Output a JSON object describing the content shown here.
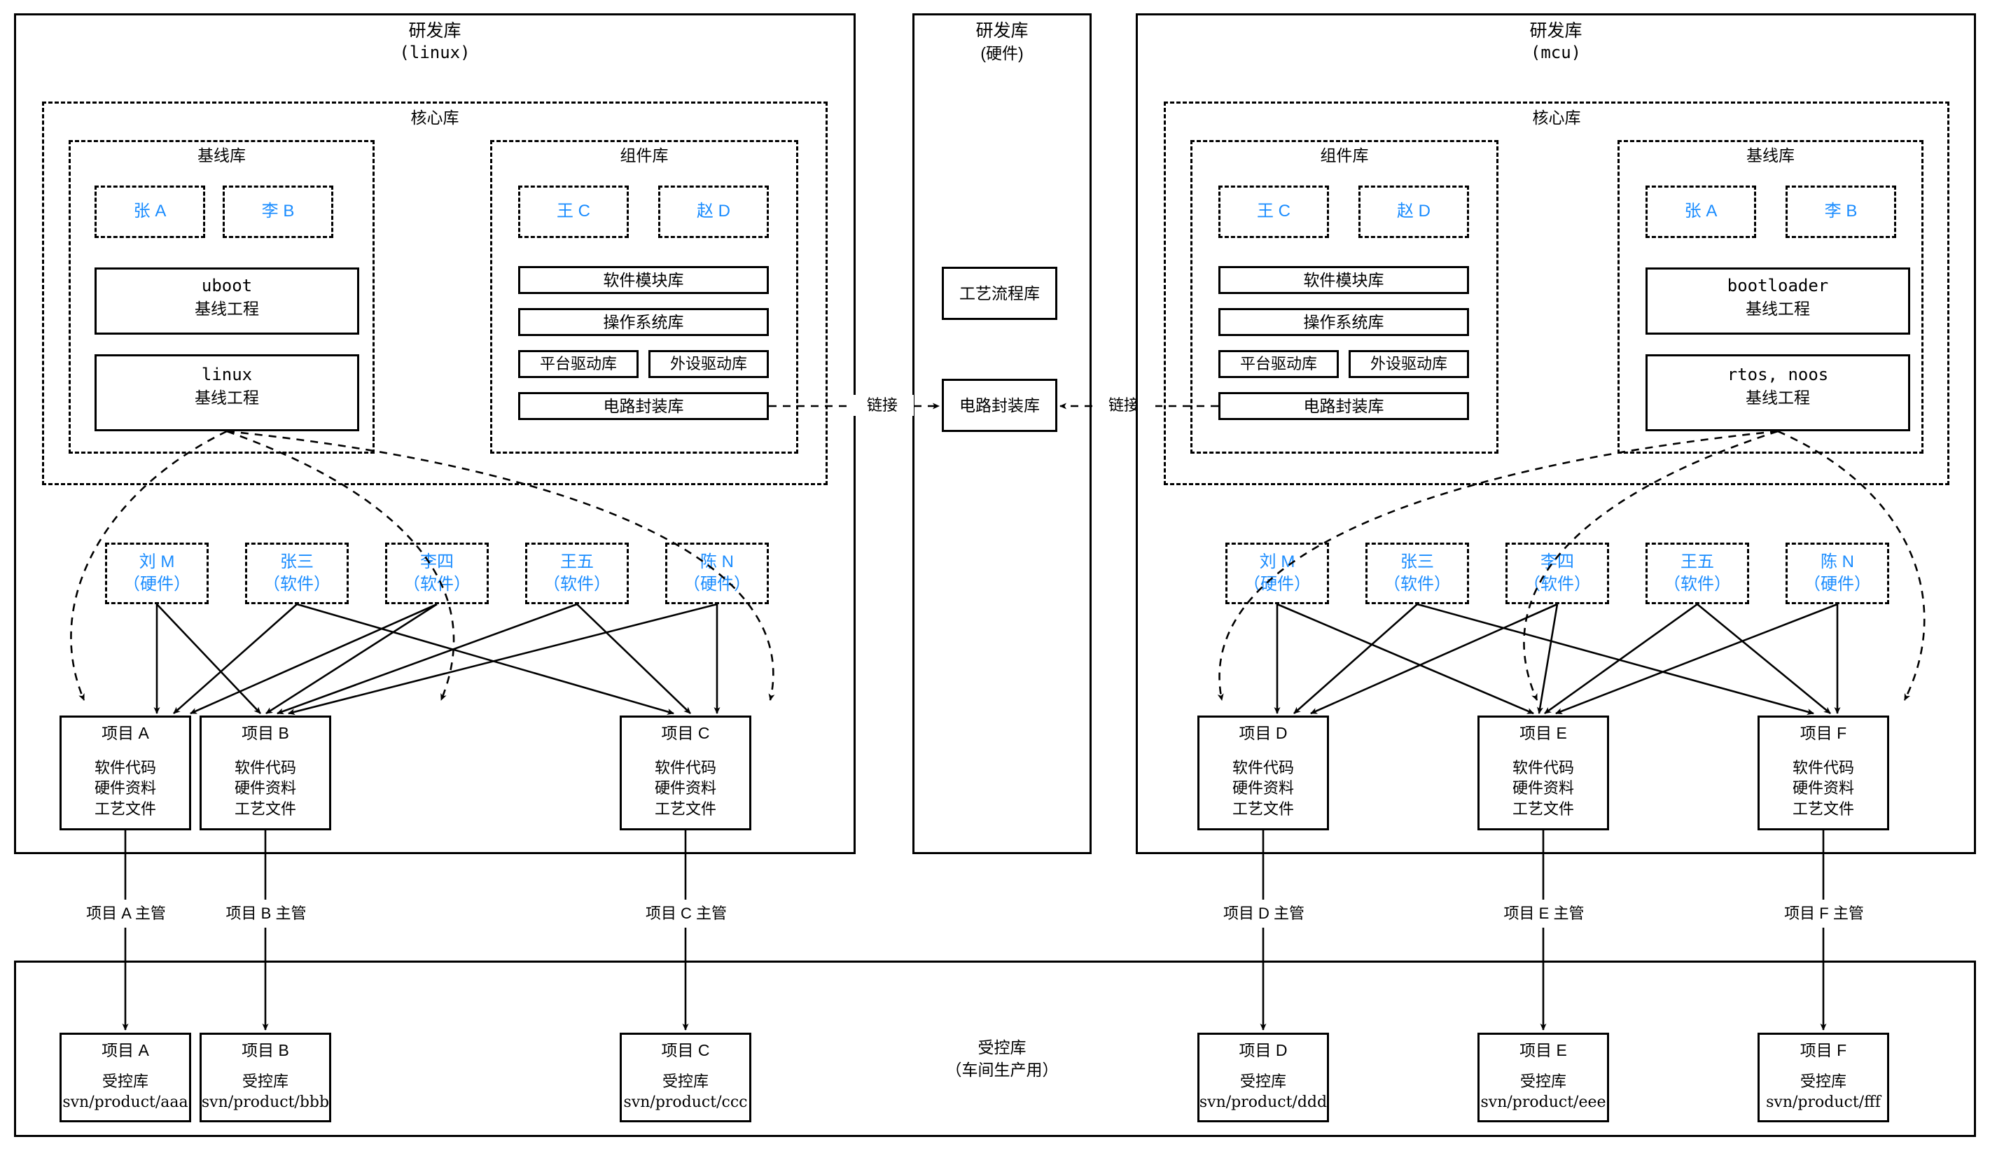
{
  "diagram": {
    "title": "研发库与受控库配置管理结构图",
    "accent_color": "#1a8cff",
    "line_color": "#000000"
  },
  "panels": {
    "linux": {
      "title": "研发库",
      "subtitle": "(linux)",
      "core": {
        "label": "核心库",
        "baseline": {
          "label": "基线库",
          "people": [
            "张 A",
            "李 B"
          ],
          "projects": [
            {
              "name": "uboot",
              "type": "基线工程"
            },
            {
              "name": "linux",
              "type": "基线工程"
            }
          ]
        },
        "component": {
          "label": "组件库",
          "people": [
            "王 C",
            "赵 D"
          ],
          "libs_full": [
            "软件模块库",
            "操作系统库"
          ],
          "libs_half": [
            "平台驱动库",
            "外设驱动库"
          ],
          "libs_link": [
            "电路封装库"
          ]
        }
      },
      "members": [
        {
          "name": "刘 M",
          "role": "（硬件）"
        },
        {
          "name": "张三",
          "role": "（软件）"
        },
        {
          "name": "李四",
          "role": "（软件）"
        },
        {
          "name": "王五",
          "role": "（软件）"
        },
        {
          "name": "陈 N",
          "role": "（硬件）"
        }
      ],
      "projects": [
        {
          "name": "项目 A",
          "contents": "软件代码\n硬件资料\n工艺文件"
        },
        {
          "name": "项目 B",
          "contents": "软件代码\n硬件资料\n工艺文件"
        },
        {
          "name": "项目 C",
          "contents": "软件代码\n硬件资料\n工艺文件"
        }
      ]
    },
    "hardware": {
      "title": "研发库",
      "subtitle": "(硬件)",
      "boxes": [
        "工艺流程库",
        "电路封装库"
      ],
      "link_label_left": "链接",
      "link_label_right": "链接"
    },
    "mcu": {
      "title": "研发库",
      "subtitle": "(mcu)",
      "core": {
        "label": "核心库",
        "component": {
          "label": "组件库",
          "people": [
            "王 C",
            "赵 D"
          ],
          "libs_full": [
            "软件模块库",
            "操作系统库"
          ],
          "libs_half": [
            "平台驱动库",
            "外设驱动库"
          ],
          "libs_link": [
            "电路封装库"
          ]
        },
        "baseline": {
          "label": "基线库",
          "people": [
            "张 A",
            "李 B"
          ],
          "projects": [
            {
              "name": "bootloader",
              "type": "基线工程"
            },
            {
              "name": "rtos, noos",
              "type": "基线工程"
            }
          ]
        }
      },
      "members": [
        {
          "name": "刘 M",
          "role": "（硬件）"
        },
        {
          "name": "张三",
          "role": "（软件）"
        },
        {
          "name": "李四",
          "role": "（软件）"
        },
        {
          "name": "王五",
          "role": "（软件）"
        },
        {
          "name": "陈 N",
          "role": "（硬件）"
        }
      ],
      "projects": [
        {
          "name": "项目 D",
          "contents": "软件代码\n硬件资料\n工艺文件"
        },
        {
          "name": "项目 E",
          "contents": "软件代码\n硬件资料\n工艺文件"
        },
        {
          "name": "项目 F",
          "contents": "软件代码\n硬件资料\n工艺文件"
        }
      ]
    }
  },
  "supervisors": [
    "项目 A 主管",
    "项目 B 主管",
    "项目 C 主管",
    "项目 D 主管",
    "项目 E 主管",
    "项目 F 主管"
  ],
  "controlled": {
    "title": "受控库",
    "subtitle": "（车间生产用）",
    "items": [
      {
        "name": "项目 A",
        "kind": "受控库",
        "path": "svn/product/aaa"
      },
      {
        "name": "项目 B",
        "kind": "受控库",
        "path": "svn/product/bbb"
      },
      {
        "name": "项目 C",
        "kind": "受控库",
        "path": "svn/product/ccc"
      },
      {
        "name": "项目 D",
        "kind": "受控库",
        "path": "svn/product/ddd"
      },
      {
        "name": "项目 E",
        "kind": "受控库",
        "path": "svn/product/eee"
      },
      {
        "name": "项目 F",
        "kind": "受控库",
        "path": "svn/product/fff"
      }
    ]
  }
}
